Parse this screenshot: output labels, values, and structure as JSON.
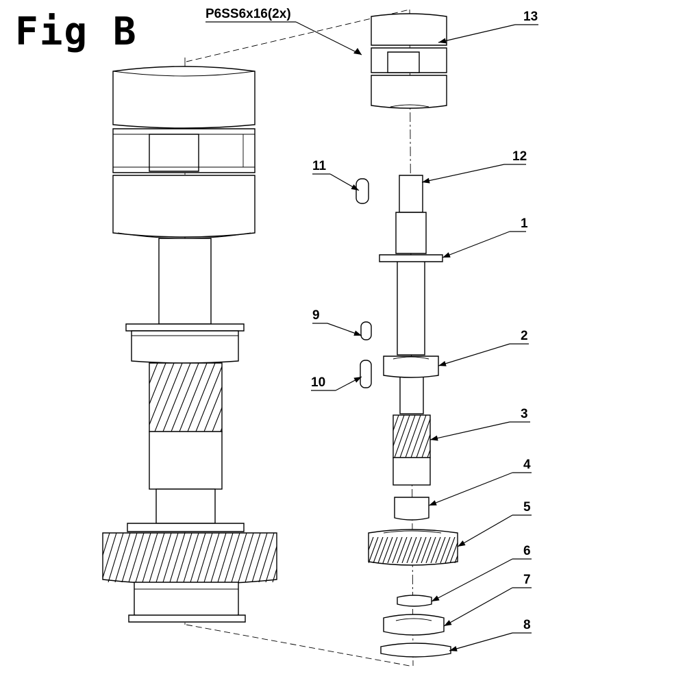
{
  "figure": {
    "title": "Fig B",
    "spec_label": "P6SS6x16(2x)"
  },
  "callouts": [
    {
      "id": "13",
      "label": "13"
    },
    {
      "id": "12",
      "label": "12"
    },
    {
      "id": "11",
      "label": "11"
    },
    {
      "id": "1",
      "label": "1"
    },
    {
      "id": "9",
      "label": "9"
    },
    {
      "id": "2",
      "label": "2"
    },
    {
      "id": "10",
      "label": "10"
    },
    {
      "id": "3",
      "label": "3"
    },
    {
      "id": "4",
      "label": "4"
    },
    {
      "id": "5",
      "label": "5"
    },
    {
      "id": "6",
      "label": "6"
    },
    {
      "id": "7",
      "label": "7"
    },
    {
      "id": "8",
      "label": "8"
    }
  ],
  "colors": {
    "line": "#000000",
    "background": "#ffffff"
  }
}
